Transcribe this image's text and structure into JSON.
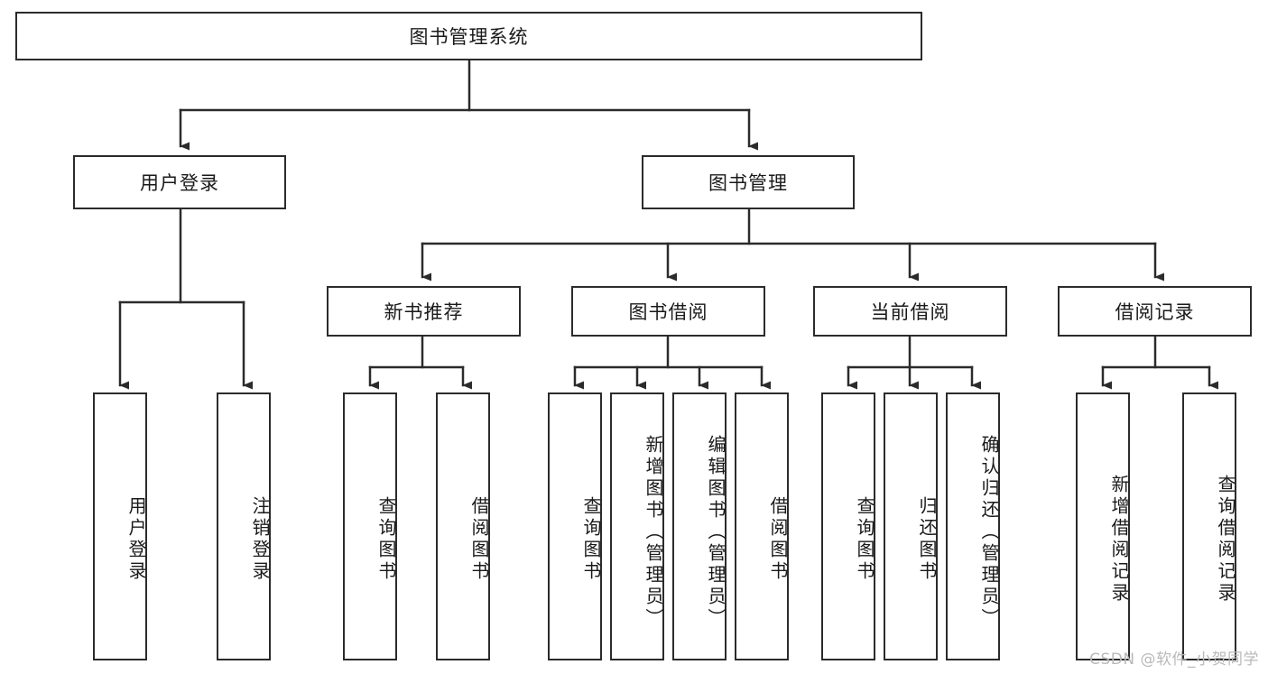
{
  "diagram": {
    "type": "tree-hierarchy-chart",
    "title": "图书管理系统",
    "watermark": "CSDN @软件_小贺同学",
    "colors": {
      "stroke": "#2b2b2b",
      "fill": "#ffffff",
      "text": "#1a1a1a",
      "watermark": "#b9b9b9"
    },
    "root": {
      "label": "图书管理系统"
    },
    "level2": [
      {
        "label": "用户登录"
      },
      {
        "label": "图书管理"
      }
    ],
    "level3": [
      {
        "label": "新书推荐"
      },
      {
        "label": "图书借阅"
      },
      {
        "label": "当前借阅"
      },
      {
        "label": "借阅记录"
      }
    ],
    "leaves": {
      "user_login": [
        {
          "label": "用户登录"
        },
        {
          "label": "注销登录"
        }
      ],
      "new_book_recommend": [
        {
          "label": "查询图书"
        },
        {
          "label": "借阅图书"
        }
      ],
      "book_borrow": [
        {
          "label": "查询图书"
        },
        {
          "label": "新增图书（管理员）"
        },
        {
          "label": "编辑图书（管理员）"
        },
        {
          "label": "借阅图书"
        }
      ],
      "current_borrow": [
        {
          "label": "查询图书"
        },
        {
          "label": "归还图书"
        },
        {
          "label": "确认归还（管理员）"
        }
      ],
      "borrow_record": [
        {
          "label": "新增借阅记录"
        },
        {
          "label": "查询借阅记录"
        }
      ]
    }
  }
}
